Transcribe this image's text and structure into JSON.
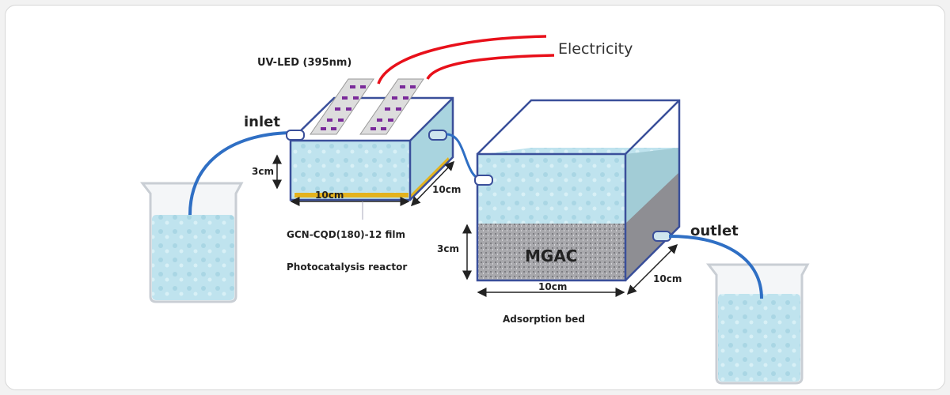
{
  "labels": {
    "uv_led": "UV-LED (395nm)",
    "electricity": "Electricity",
    "inlet": "inlet",
    "outlet": "outlet",
    "reactor_height": "3cm",
    "reactor_width": "10cm",
    "reactor_depth": "10cm",
    "film": "GCN-CQD(180)-12 film",
    "reactor_name": "Photocatalysis reactor",
    "bed_material": "MGAC",
    "bed_height": "3cm",
    "bed_width": "10cm",
    "bed_depth": "10cm",
    "bed_name": "Adsorption bed"
  },
  "colors": {
    "water": "#bfe3ee",
    "frame": "#3a4f9a",
    "tube": "#2f6fc4",
    "wire": "#e8101a",
    "film": "#e3b21e",
    "led": "#7a2a9a",
    "mgac": "#a9a9ad"
  }
}
